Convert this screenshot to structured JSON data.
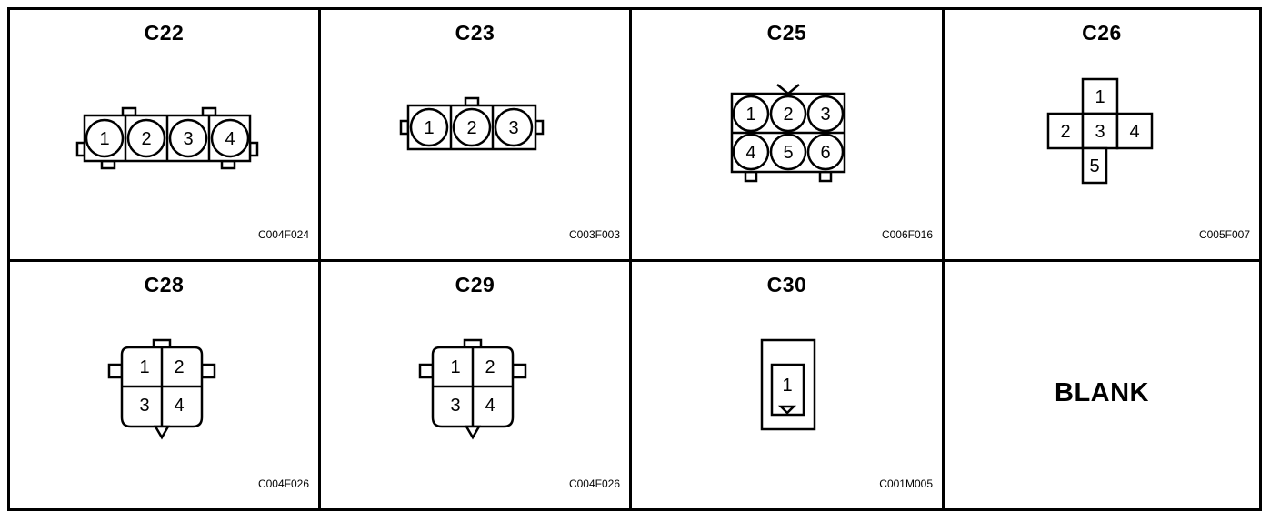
{
  "connectors": [
    {
      "id": "c22",
      "title": "C22",
      "code": "C004F024",
      "pins": [
        "1",
        "2",
        "3",
        "4"
      ]
    },
    {
      "id": "c23",
      "title": "C23",
      "code": "C003F003",
      "pins": [
        "1",
        "2",
        "3"
      ]
    },
    {
      "id": "c25",
      "title": "C25",
      "code": "C006F016",
      "pins": [
        "1",
        "2",
        "3",
        "4",
        "5",
        "6"
      ]
    },
    {
      "id": "c26",
      "title": "C26",
      "code": "C005F007",
      "pins": [
        "1",
        "2",
        "3",
        "4",
        "5"
      ]
    },
    {
      "id": "c28",
      "title": "C28",
      "code": "C004F026",
      "pins": [
        "1",
        "2",
        "3",
        "4"
      ]
    },
    {
      "id": "c29",
      "title": "C29",
      "code": "C004F026",
      "pins": [
        "1",
        "2",
        "3",
        "4"
      ]
    },
    {
      "id": "c30",
      "title": "C30",
      "code": "C001M005",
      "pins": [
        "1"
      ]
    }
  ],
  "blank_label": "BLANK"
}
